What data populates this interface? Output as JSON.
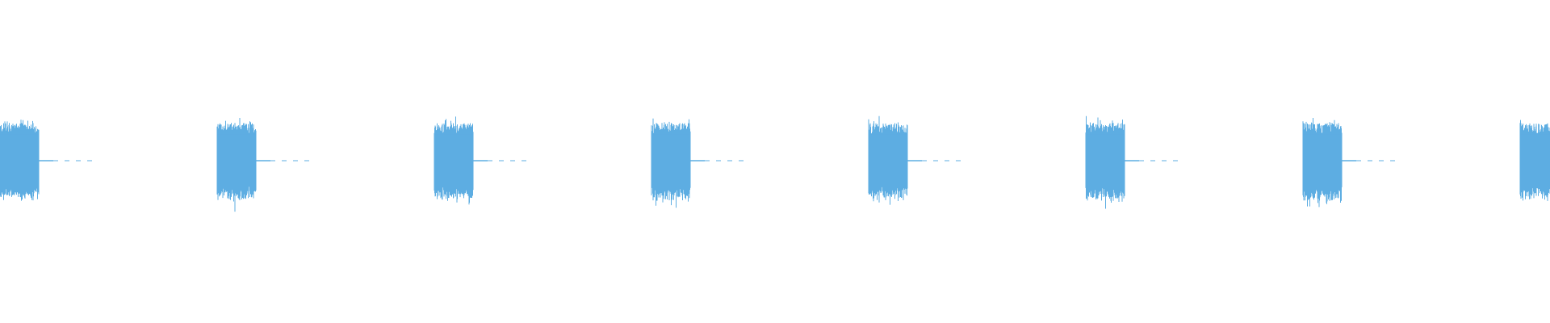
{
  "waveform": {
    "color": "#5DADE2",
    "pulse_count": 8,
    "amplitude": {
      "pulse_peak": 0.9,
      "tail_peak": 0.02
    }
  }
}
